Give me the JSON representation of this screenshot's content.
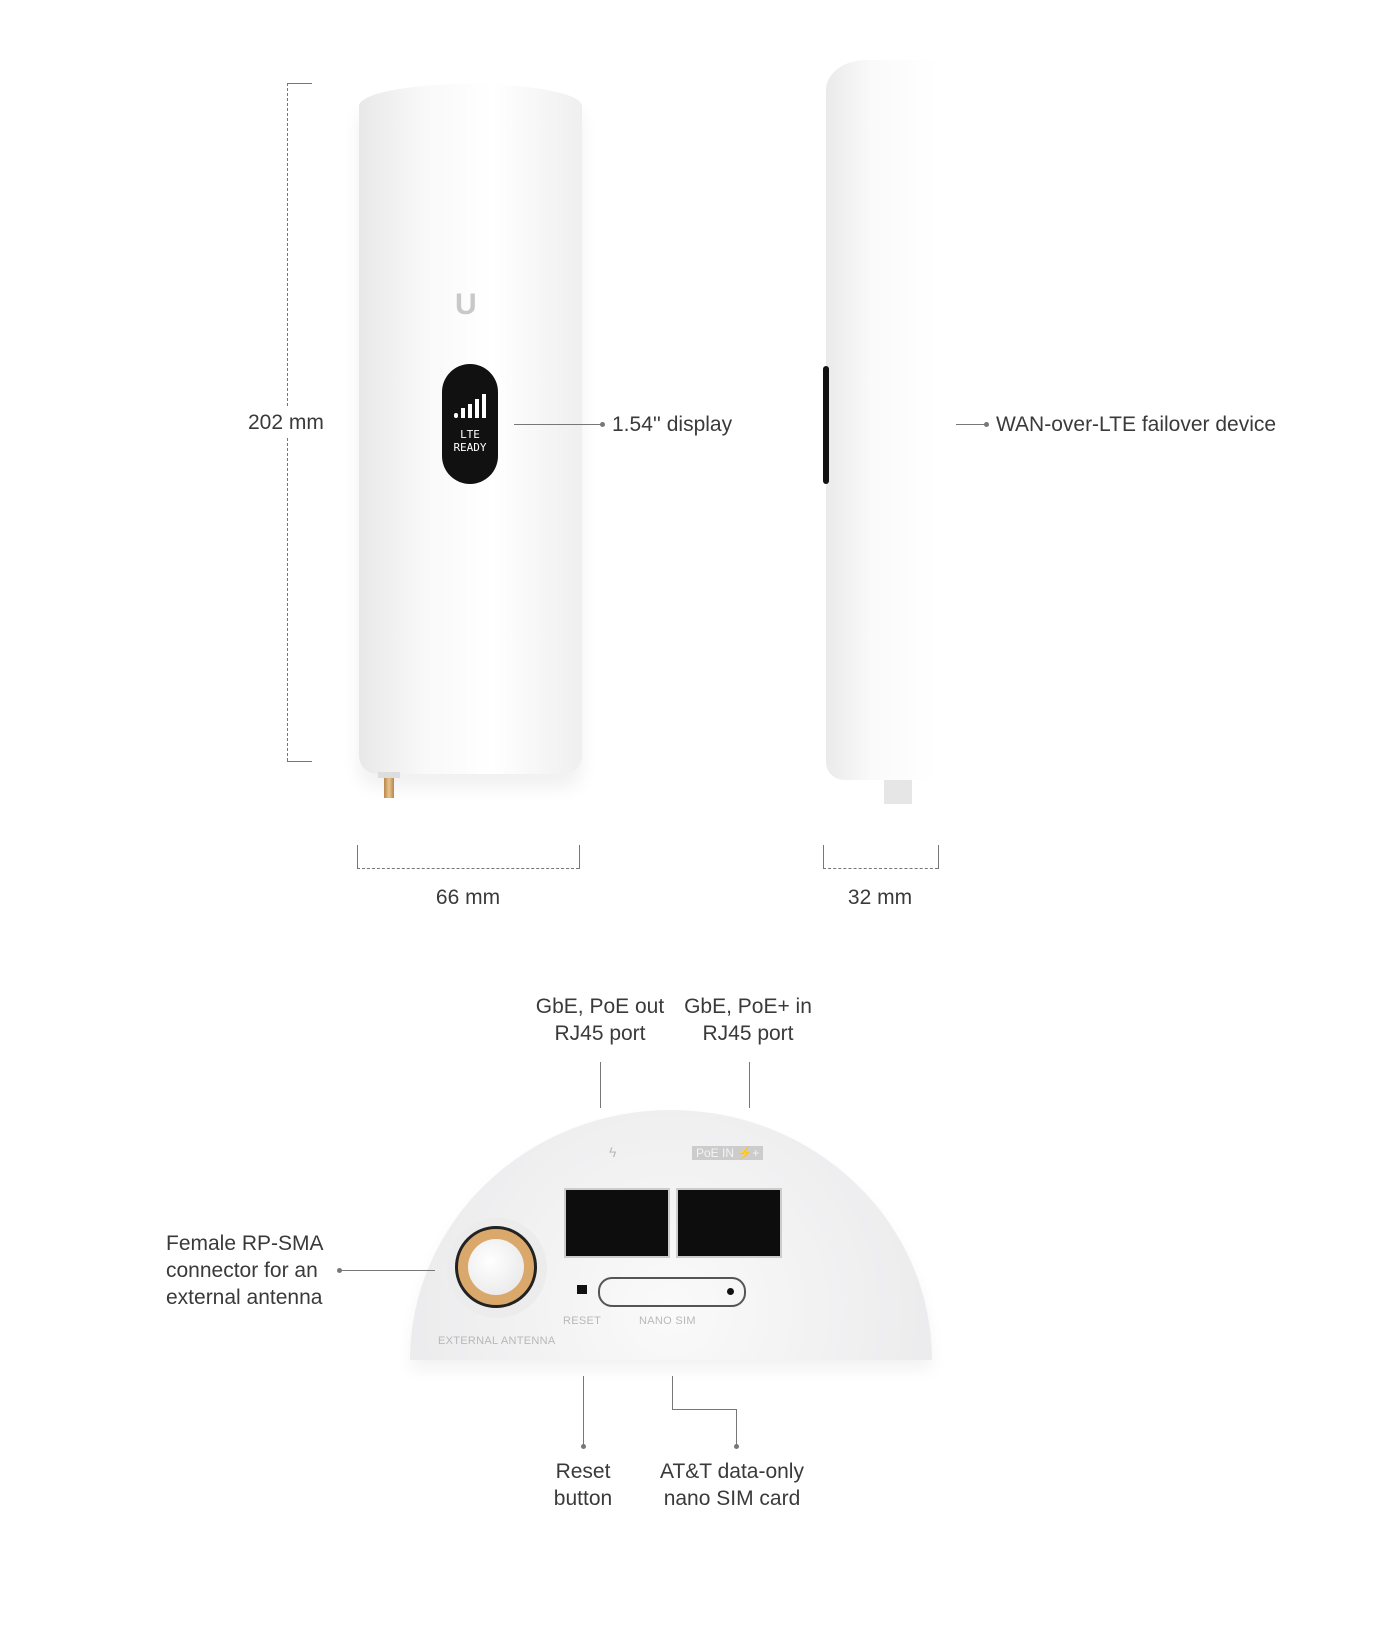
{
  "dimensions": {
    "height": "202 mm",
    "front_width": "66 mm",
    "side_depth": "32 mm"
  },
  "callouts": {
    "display": "1.54'' display",
    "device": "WAN-over-LTE failover device",
    "port_out_1": "GbE, PoE out",
    "port_out_2": "RJ45 port",
    "port_in_1": "GbE, PoE+ in",
    "port_in_2": "RJ45 port",
    "antenna_1": "Female RP-SMA",
    "antenna_2": "connector for an",
    "antenna_3": "external antenna",
    "reset_1": "Reset",
    "reset_2": "button",
    "sim_1": "AT&T data-only",
    "sim_2": "nano SIM card"
  },
  "screen": {
    "line1": "LTE",
    "line2": "READY"
  },
  "device_labels": {
    "poe_in": "PoE IN ⚡+",
    "reset": "RESET",
    "nano_sim": "NANO SIM",
    "external_antenna": "EXTERNAL ANTENNA"
  },
  "colors": {
    "connector_gold": "#d9a86a",
    "display_bg": "#111111"
  }
}
